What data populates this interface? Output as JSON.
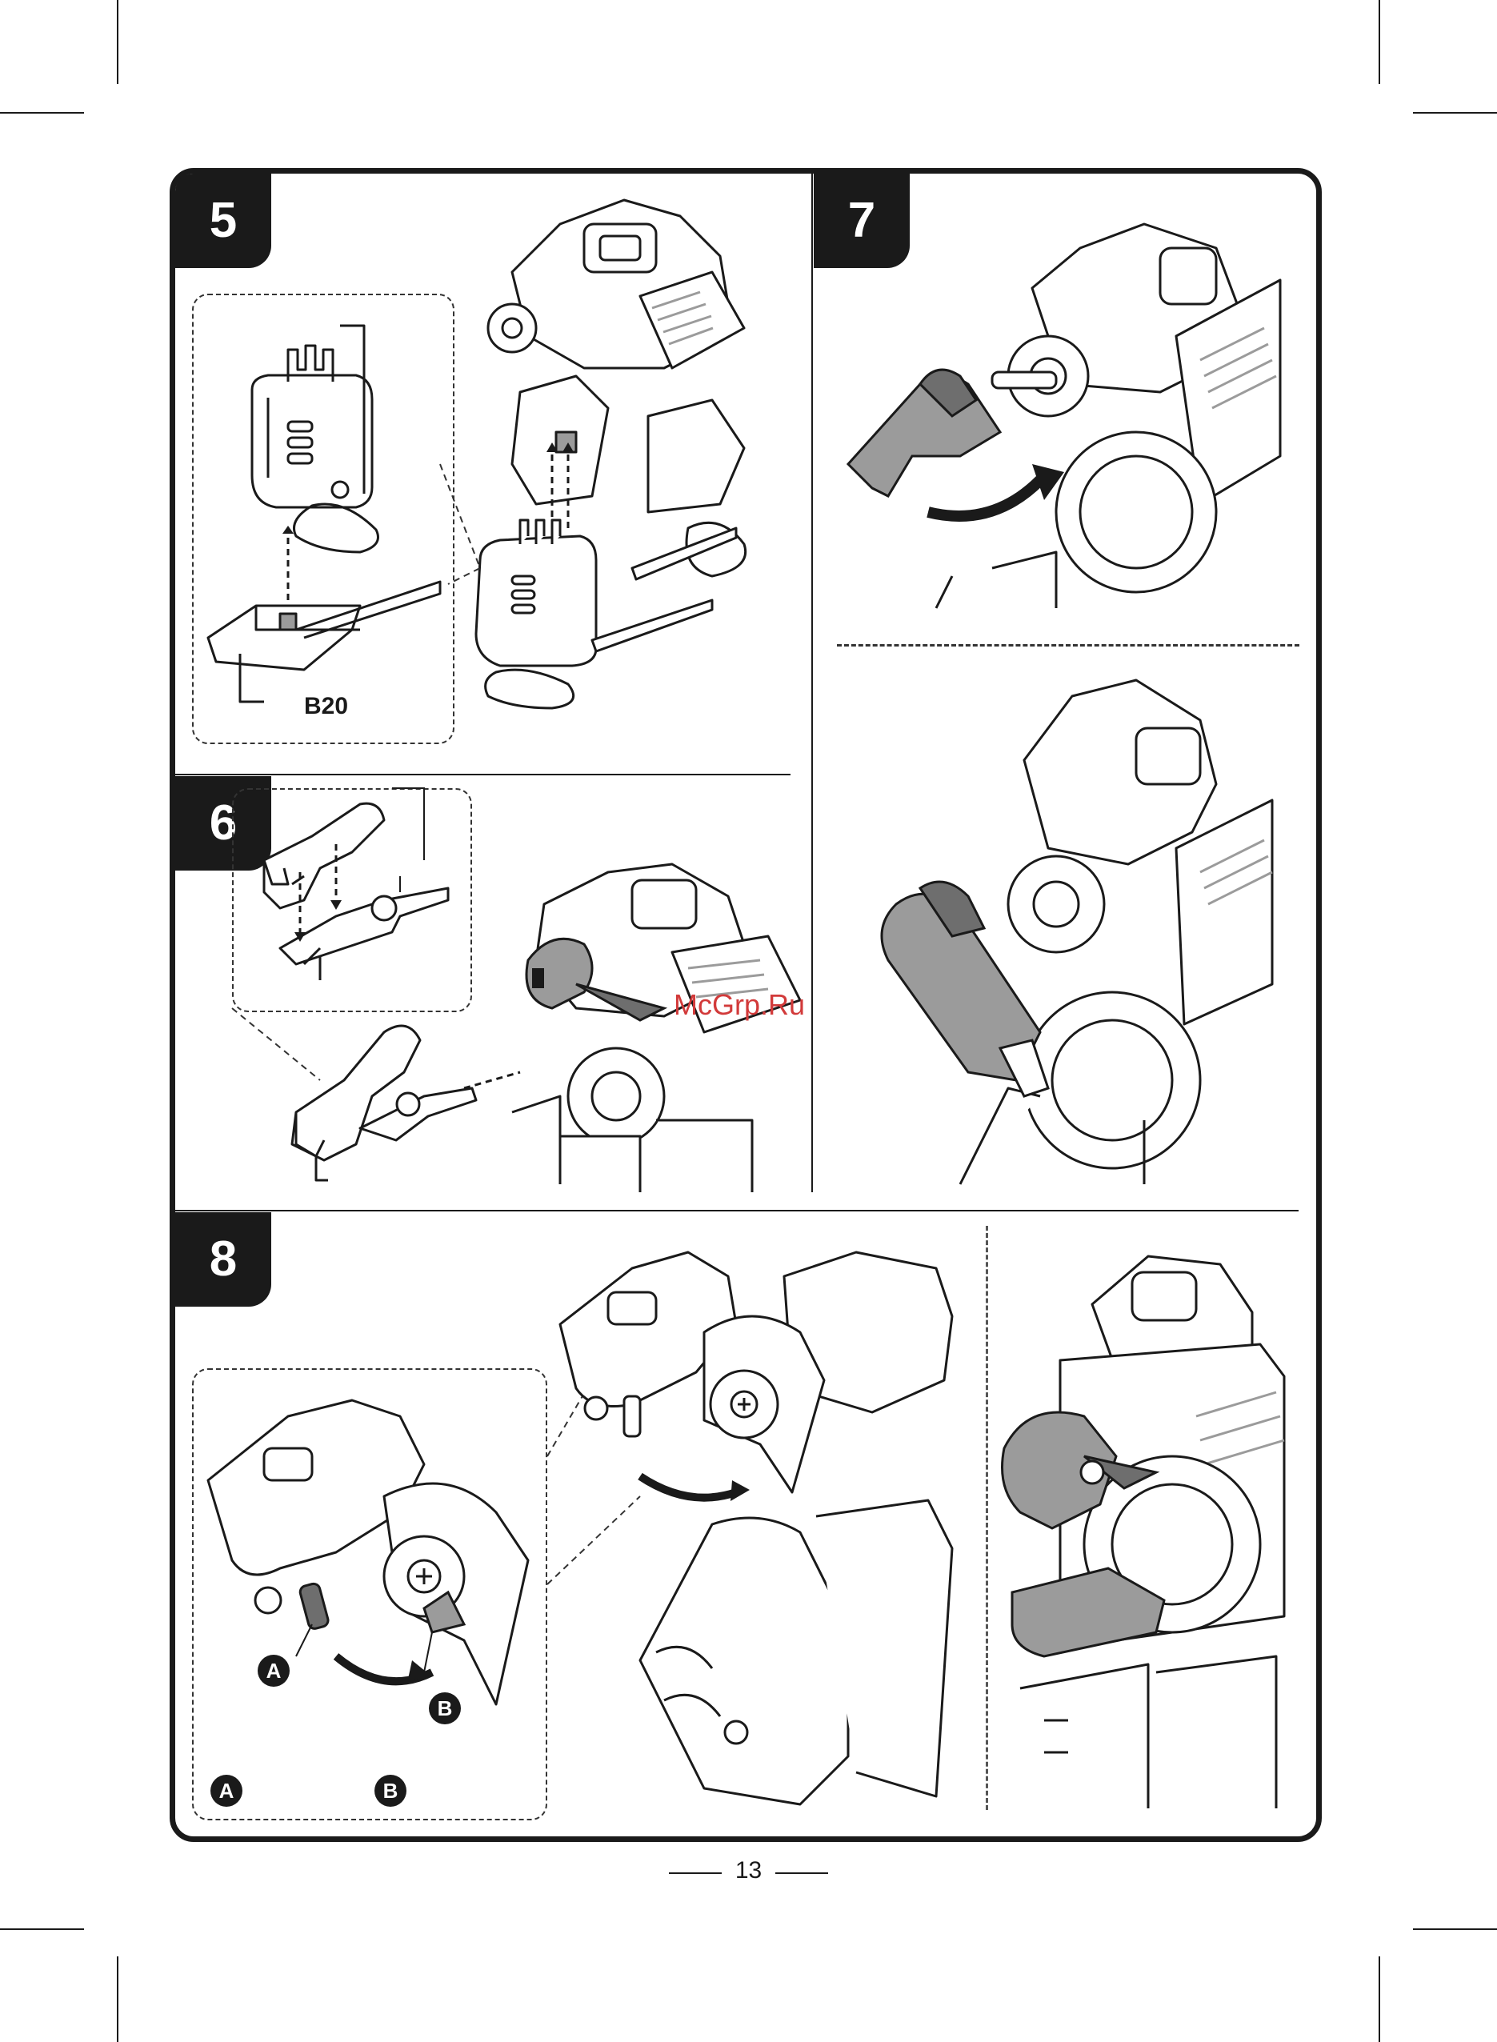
{
  "steps": [
    {
      "number": "5",
      "part_label": "B20"
    },
    {
      "number": "6"
    },
    {
      "number": "7"
    },
    {
      "number": "8",
      "markers": [
        "A",
        "B"
      ]
    }
  ],
  "watermark": "McGrp.Ru",
  "page_number": "13",
  "colors": {
    "ink": "#1a1a1a",
    "highlight_gray": "#9b9b9b",
    "watermark_red": "#d23a3a"
  }
}
